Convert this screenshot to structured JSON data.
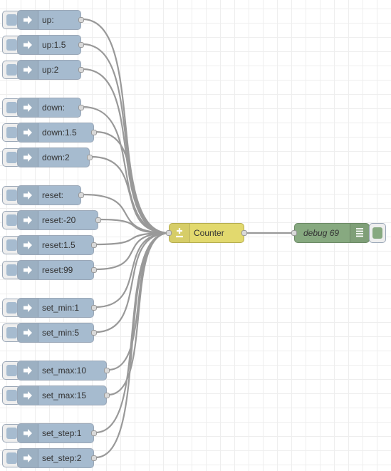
{
  "inject_nodes": [
    {
      "label": "up:"
    },
    {
      "label": "up:1.5"
    },
    {
      "label": "up:2"
    },
    {
      "label": "down:"
    },
    {
      "label": "down:1.5"
    },
    {
      "label": "down:2"
    },
    {
      "label": "reset:"
    },
    {
      "label": "reset:-20"
    },
    {
      "label": "reset:1.5"
    },
    {
      "label": "reset:99"
    },
    {
      "label": "set_min:1"
    },
    {
      "label": "set_min:5"
    },
    {
      "label": "set_max:10"
    },
    {
      "label": "set_max:15"
    },
    {
      "label": "set_step:1"
    },
    {
      "label": "set_step:2"
    }
  ],
  "counter_node": {
    "label": "Counter",
    "icon": "plus-minus-icon"
  },
  "debug_node": {
    "label": "debug 69",
    "icon": "list-icon"
  },
  "colors": {
    "inject": "#a6bbcf",
    "counter": "#e2d96e",
    "debug": "#87a980",
    "wire": "#999999"
  }
}
